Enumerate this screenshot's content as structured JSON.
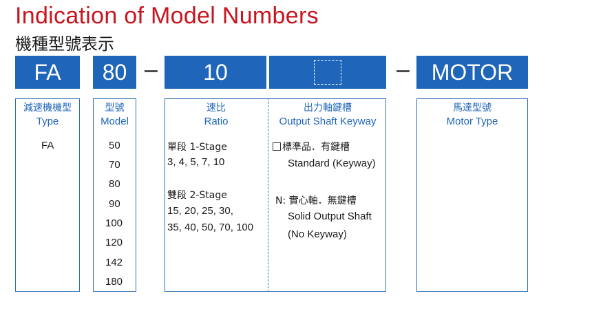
{
  "title": "Indication of Model Numbers",
  "subtitle": "機種型號表示",
  "codes": {
    "type": "FA",
    "model": "80",
    "ratio": "10",
    "motor": "MOTOR",
    "dash": "–"
  },
  "columns": {
    "type": {
      "header_zh": "減速機機型",
      "header_en": "Type",
      "values": [
        "FA"
      ]
    },
    "model": {
      "header_zh": "型號",
      "header_en": "Model",
      "values": [
        "50",
        "70",
        "80",
        "90",
        "100",
        "120",
        "142",
        "180"
      ]
    },
    "ratio": {
      "header_zh": "速比",
      "header_en": "Ratio",
      "stage1_label": "單段 1-Stage",
      "stage1_values": "3, 4, 5, 7, 10",
      "stage2_label": "雙段 2-Stage",
      "stage2_values_line1": "15, 20, 25, 30,",
      "stage2_values_line2": "35, 40, 50, 70, 100"
    },
    "shaft": {
      "header_zh": "出力軸鍵槽",
      "header_en": "Output Shaft Keyway",
      "opt1_zh": "標準品．有鍵槽",
      "opt1_en": "Standard (Keyway)",
      "opt2_zh": "N: 實心軸．無鍵槽",
      "opt2_en_line1": "Solid Output Shaft",
      "opt2_en_line2": "(No Keyway)"
    },
    "motor": {
      "header_zh": "馬達型號",
      "header_en": "Motor Type"
    }
  },
  "colors": {
    "accent_blue": "#1f65ba",
    "title_red": "#c8141e"
  }
}
